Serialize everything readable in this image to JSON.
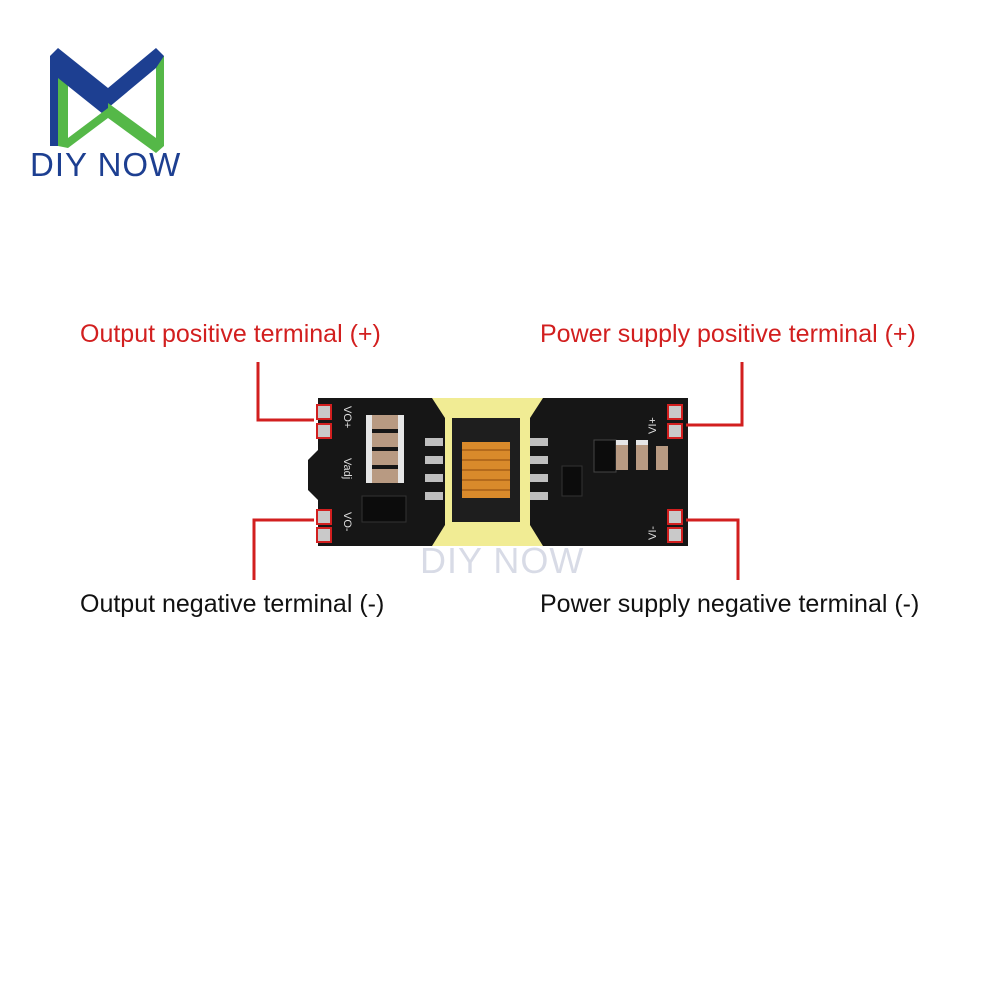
{
  "brand": {
    "name": "DIY NOW",
    "watermark": "DIY NOW",
    "colors": {
      "blue": "#1d3f91",
      "green": "#55b848"
    }
  },
  "labels": {
    "output_positive": "Output positive terminal (+)",
    "power_positive": "Power supply positive terminal (+)",
    "output_negative": "Output negative terminal (-)",
    "power_negative": "Power supply negative terminal (-)"
  },
  "board_silkscreen": {
    "vo_plus": "VO+",
    "vadj": "Vadj",
    "vo_minus": "VO-",
    "vi_plus": "VI+",
    "vi_minus": "VI-"
  },
  "colors": {
    "callout": "#d21f1f",
    "pcb": "#161616",
    "flex": "#f1ec94",
    "transformer_coil": "#d98a2b"
  }
}
